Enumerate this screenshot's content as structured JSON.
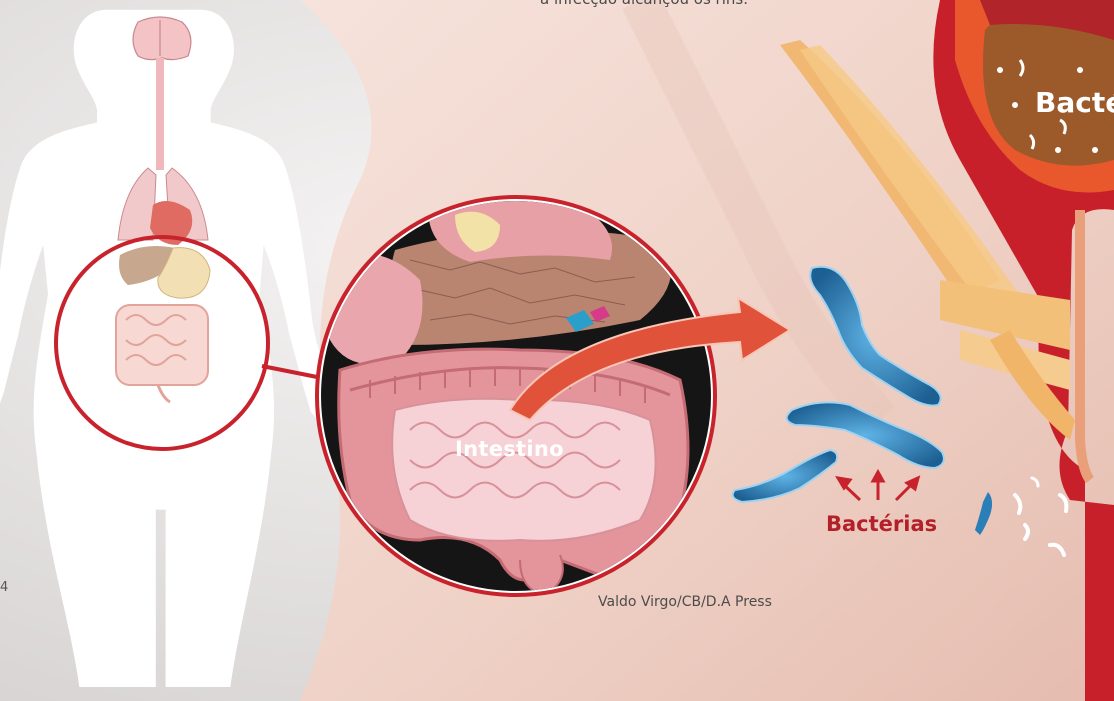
{
  "captions": {
    "top_text": "a infecção alcançou os rins.",
    "intestine": "Intestino",
    "bacteria": "Bactérias",
    "bladder_text": "Bacté",
    "credit": "Valdo Virgo/CB/D.A Press",
    "page_number": "4"
  },
  "colors": {
    "highlight_ring": "#c8232c",
    "arrow": "#e0533a",
    "bacteria": "#2b7fb8",
    "skin": "#f2d6cc",
    "intestine": "#f0b9bd",
    "silhouette": "#ffffff"
  },
  "icons": [
    "body-silhouette",
    "brain-icon",
    "lungs-icon",
    "heart-icon",
    "liver-icon",
    "stomach-icon",
    "intestine-icon",
    "bacteria-icon",
    "bladder-icon",
    "arrow-icon"
  ]
}
